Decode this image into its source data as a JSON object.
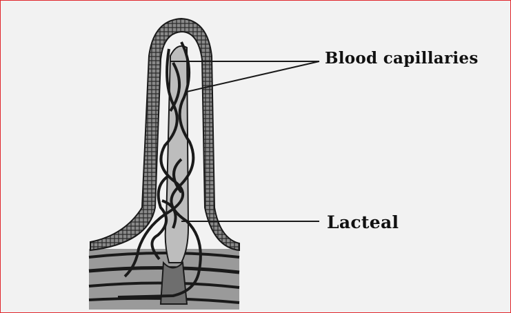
{
  "figure": {
    "labels": {
      "blood_capillaries": "Blood capillaries",
      "lacteal": "Lacteal"
    },
    "colors": {
      "border": "#e0262b",
      "background": "#f2f2f2",
      "ink": "#1a1a1a",
      "vessel_fill": "#6e6e6e",
      "tissue_fill": "#9a9a9a"
    },
    "icons": [
      "villus-illustration"
    ]
  }
}
